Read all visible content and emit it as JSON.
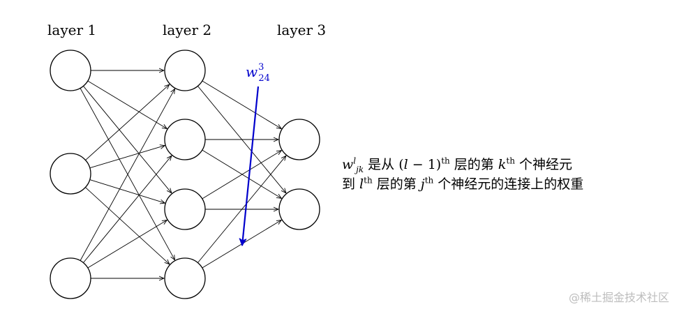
{
  "layers": [
    {
      "label": "layer 1",
      "neurons": 3
    },
    {
      "label": "layer 2",
      "neurons": 4
    },
    {
      "label": "layer 3",
      "neurons": 2
    }
  ],
  "highlight": {
    "symbol": "w",
    "sup": "3",
    "sub": "24",
    "color": "#0000cc",
    "from_layer": 2,
    "from_neuron": 4,
    "to_layer": 3,
    "to_neuron": 2
  },
  "annotation": {
    "line1": {
      "w": "w",
      "w_sup": "l",
      "w_sub": "jk",
      "t1": " 是从 ",
      "paren": "(",
      "l": "l",
      "minus": " − 1)",
      "th1": "th",
      "t2": " 层的第 ",
      "k": "k",
      "th2": "th",
      "t3": " 个神经元"
    },
    "line2": {
      "t0": "到 ",
      "l": "l",
      "th1": "th",
      "t1": " 层的第 ",
      "j": "j",
      "th2": "th",
      "t2": " 个神经元的连接上的权重"
    }
  },
  "watermark": "@稀土掘金技术社区"
}
